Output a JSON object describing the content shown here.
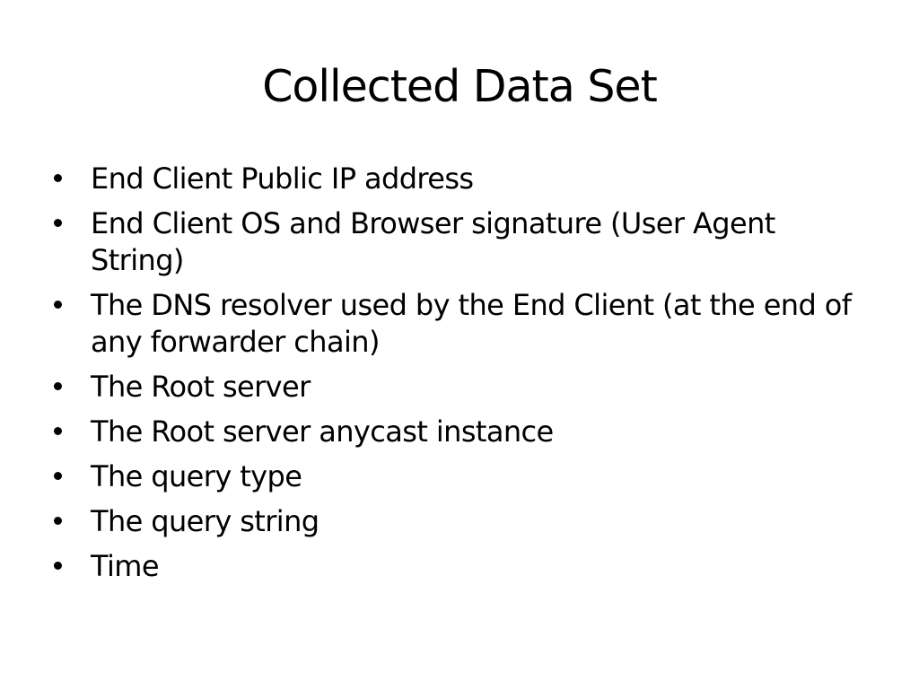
{
  "slide": {
    "title": "Collected Data Set",
    "bullets": [
      "End Client Public IP address",
      "End Client OS and Browser signature (User Agent String)",
      "The DNS resolver used by the End Client (at the end of any forwarder chain)",
      "The Root server",
      "The Root server anycast instance",
      "The query type",
      "The query string",
      "Time"
    ]
  }
}
